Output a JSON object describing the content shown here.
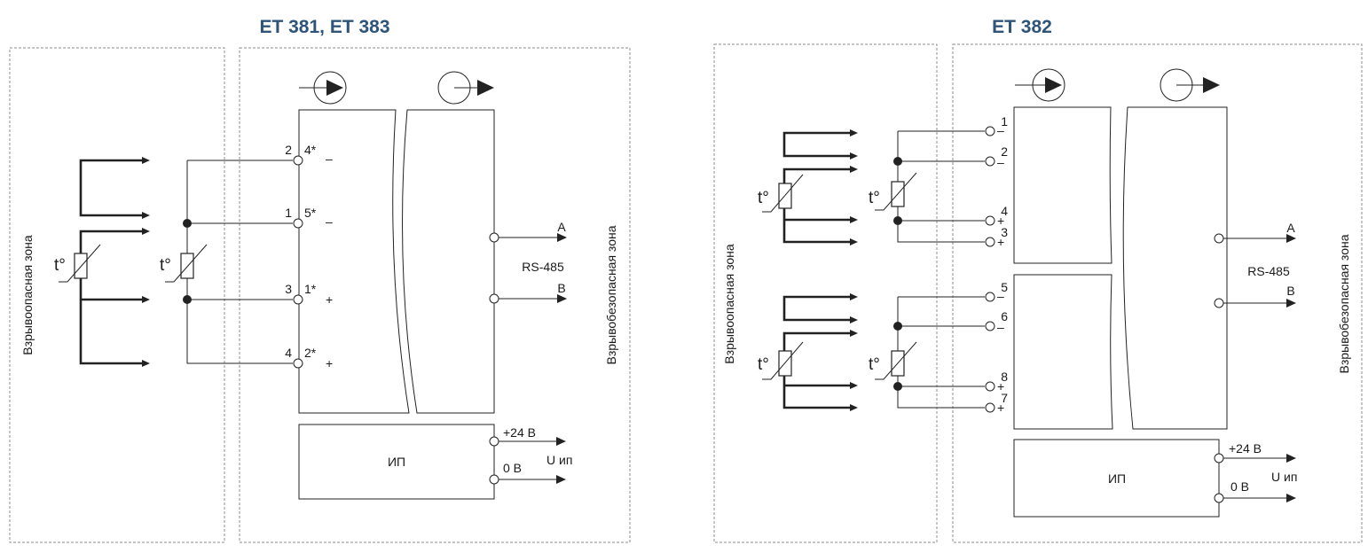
{
  "left_diagram": {
    "title": "ET 381, ET 383",
    "hazard_zone_label": "Взрывоопасная зона",
    "safe_zone_label": "Взрывобезопасная зона",
    "sensor_label": "t°",
    "terminals": [
      {
        "num": "2",
        "alt": "4*",
        "polarity": "–"
      },
      {
        "num": "1",
        "alt": "5*",
        "polarity": "–"
      },
      {
        "num": "3",
        "alt": "1*",
        "polarity": "+"
      },
      {
        "num": "4",
        "alt": "2*",
        "polarity": "+"
      }
    ],
    "output_a": "A",
    "output_b": "B",
    "interface": "RS-485",
    "power_block": "ИП",
    "supply_plus": "+24 В",
    "supply_zero": "0 В",
    "supply_label": "U ип"
  },
  "right_diagram": {
    "title": "ET 382",
    "hazard_zone_label": "Взрывоопасная зона",
    "safe_zone_label": "Взрывобезопасная зона",
    "sensor_label": "t°",
    "channel1_terminals": [
      {
        "num": "1",
        "polarity": "–"
      },
      {
        "num": "2",
        "polarity": "–"
      },
      {
        "num": "4",
        "polarity": "+"
      },
      {
        "num": "3",
        "polarity": "+"
      }
    ],
    "channel2_terminals": [
      {
        "num": "5",
        "polarity": "–"
      },
      {
        "num": "6",
        "polarity": "–"
      },
      {
        "num": "8",
        "polarity": "+"
      },
      {
        "num": "7",
        "polarity": "+"
      }
    ],
    "output_a": "A",
    "output_b": "B",
    "interface": "RS-485",
    "power_block": "ИП",
    "supply_plus": "+24 В",
    "supply_zero": "0 В",
    "supply_label": "U ип"
  }
}
